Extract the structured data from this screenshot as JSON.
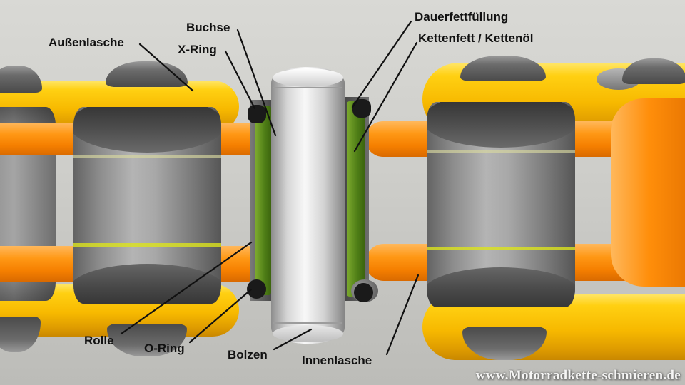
{
  "diagram": {
    "subject": "motorcycle-chain-cutaway",
    "labels": {
      "aussenlasche": "Außenlasche",
      "buchse": "Buchse",
      "x_ring": "X-Ring",
      "dauerfettfuellung": "Dauerfettfüllung",
      "kettenfett": "Kettenfett / Kettenöl",
      "rolle": "Rolle",
      "o_ring": "O-Ring",
      "bolzen": "Bolzen",
      "innenlasche": "Innenlasche"
    },
    "watermark": "www.Motorradkette-schmieren.de",
    "colors": {
      "outer_plate_yellow": "#f7b900",
      "inner_plate_orange": "#f57f00",
      "roller_gray": "#8f8f8f",
      "pin_silver": "#e9e9e9",
      "grease_green": "#4e7d16",
      "seal_black": "#1a1a1a",
      "background_gray": "#c9c9c5"
    }
  }
}
